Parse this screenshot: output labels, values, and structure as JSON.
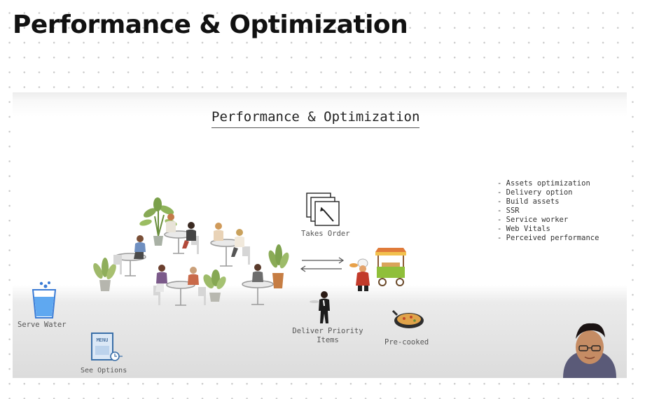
{
  "page": {
    "title": "Performance & Optimization"
  },
  "slide": {
    "heading": "Performance & Optimization",
    "labels": {
      "serve_water": "Serve Water",
      "see_options": "See Options",
      "takes_order": "Takes Order",
      "deliver_priority": "Deliver Priority\nItems",
      "pre_cooked": "Pre-cooked"
    },
    "menu_text": "MENU",
    "bullets": [
      "Assets optimization",
      "Delivery option",
      "Build assets",
      "SSR",
      "Service worker",
      "Web Vitals",
      "Perceived performance"
    ]
  }
}
